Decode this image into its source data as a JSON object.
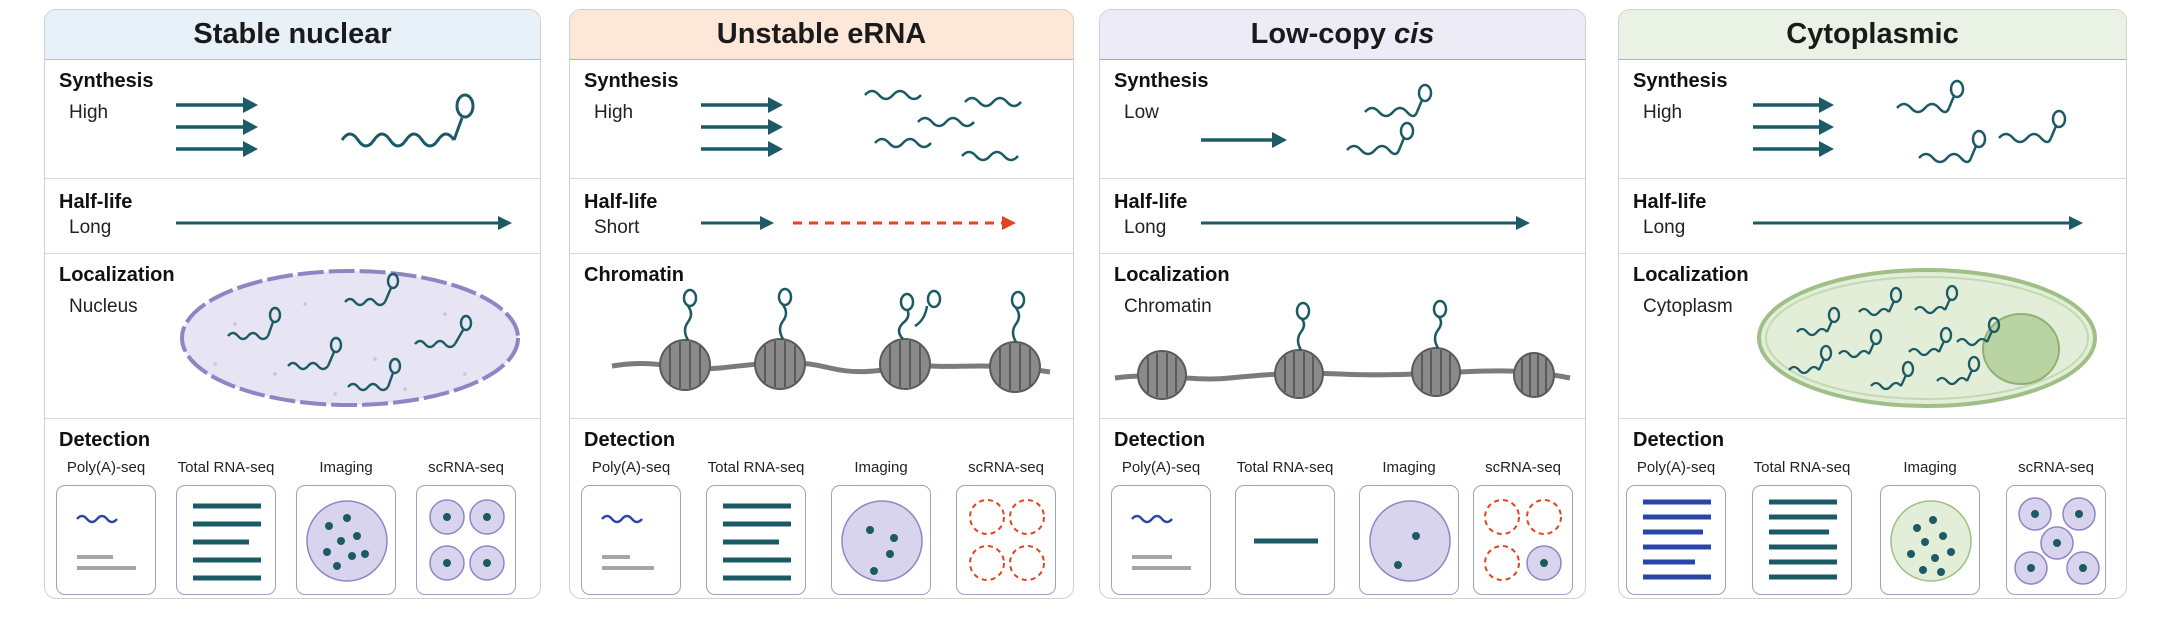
{
  "panels": [
    {
      "title": "Stable nuclear",
      "colors": {
        "header_bg": "#e8f0f8",
        "header_border": "#a9c0db"
      },
      "synthesis": {
        "label": "Synthesis",
        "value": "High"
      },
      "half_life": {
        "label": "Half-life",
        "value": "Long"
      },
      "localization": {
        "label": "Localization",
        "value": "Nucleus"
      },
      "detection": {
        "label": "Detection",
        "methods": [
          "Poly(A)-seq",
          "Total RNA-seq",
          "Imaging",
          "scRNA-seq"
        ]
      }
    },
    {
      "title": "Unstable eRNA",
      "colors": {
        "header_bg": "#fde7d9",
        "header_border": "#e7a47a"
      },
      "synthesis": {
        "label": "Synthesis",
        "value": "High"
      },
      "half_life": {
        "label": "Half-life",
        "value": "Short"
      },
      "localization": {
        "label": "Chromatin",
        "value": ""
      },
      "detection": {
        "label": "Detection",
        "methods": [
          "Poly(A)-seq",
          "Total RNA-seq",
          "Imaging",
          "scRNA-seq"
        ]
      }
    },
    {
      "title_main": "Low-copy ",
      "title_italic": "cis",
      "colors": {
        "header_bg": "#ecebf6",
        "header_border": "#a7a3cf"
      },
      "synthesis": {
        "label": "Synthesis",
        "value": "Low"
      },
      "half_life": {
        "label": "Half-life",
        "value": "Long"
      },
      "localization": {
        "label": "Localization",
        "value": "Chromatin"
      },
      "detection": {
        "label": "Detection",
        "methods": [
          "Poly(A)-seq",
          "Total RNA-seq",
          "Imaging",
          "scRNA-seq"
        ]
      }
    },
    {
      "title": "Cytoplasmic",
      "colors": {
        "header_bg": "#e9f2e4",
        "header_border": "#9fbf92"
      },
      "synthesis": {
        "label": "Synthesis",
        "value": "High"
      },
      "half_life": {
        "label": "Half-life",
        "value": "Long"
      },
      "localization": {
        "label": "Localization",
        "value": "Cytoplasm"
      },
      "detection": {
        "label": "Detection",
        "methods": [
          "Poly(A)-seq",
          "Total RNA-seq",
          "Imaging",
          "scRNA-seq"
        ]
      }
    }
  ],
  "palette": {
    "teal": "#1c5a66",
    "orange_red": "#e2441f",
    "lavender": "#dcd9ee",
    "lavender_edge": "#8e86c4",
    "green_fill": "#e3eed9",
    "green_edge": "#9fbf86",
    "green_nucleus": "#b9d3a2",
    "navy": "#2a45a8",
    "gray": "#a6a6a6",
    "chromatin_gray": "#7b7b7b"
  }
}
